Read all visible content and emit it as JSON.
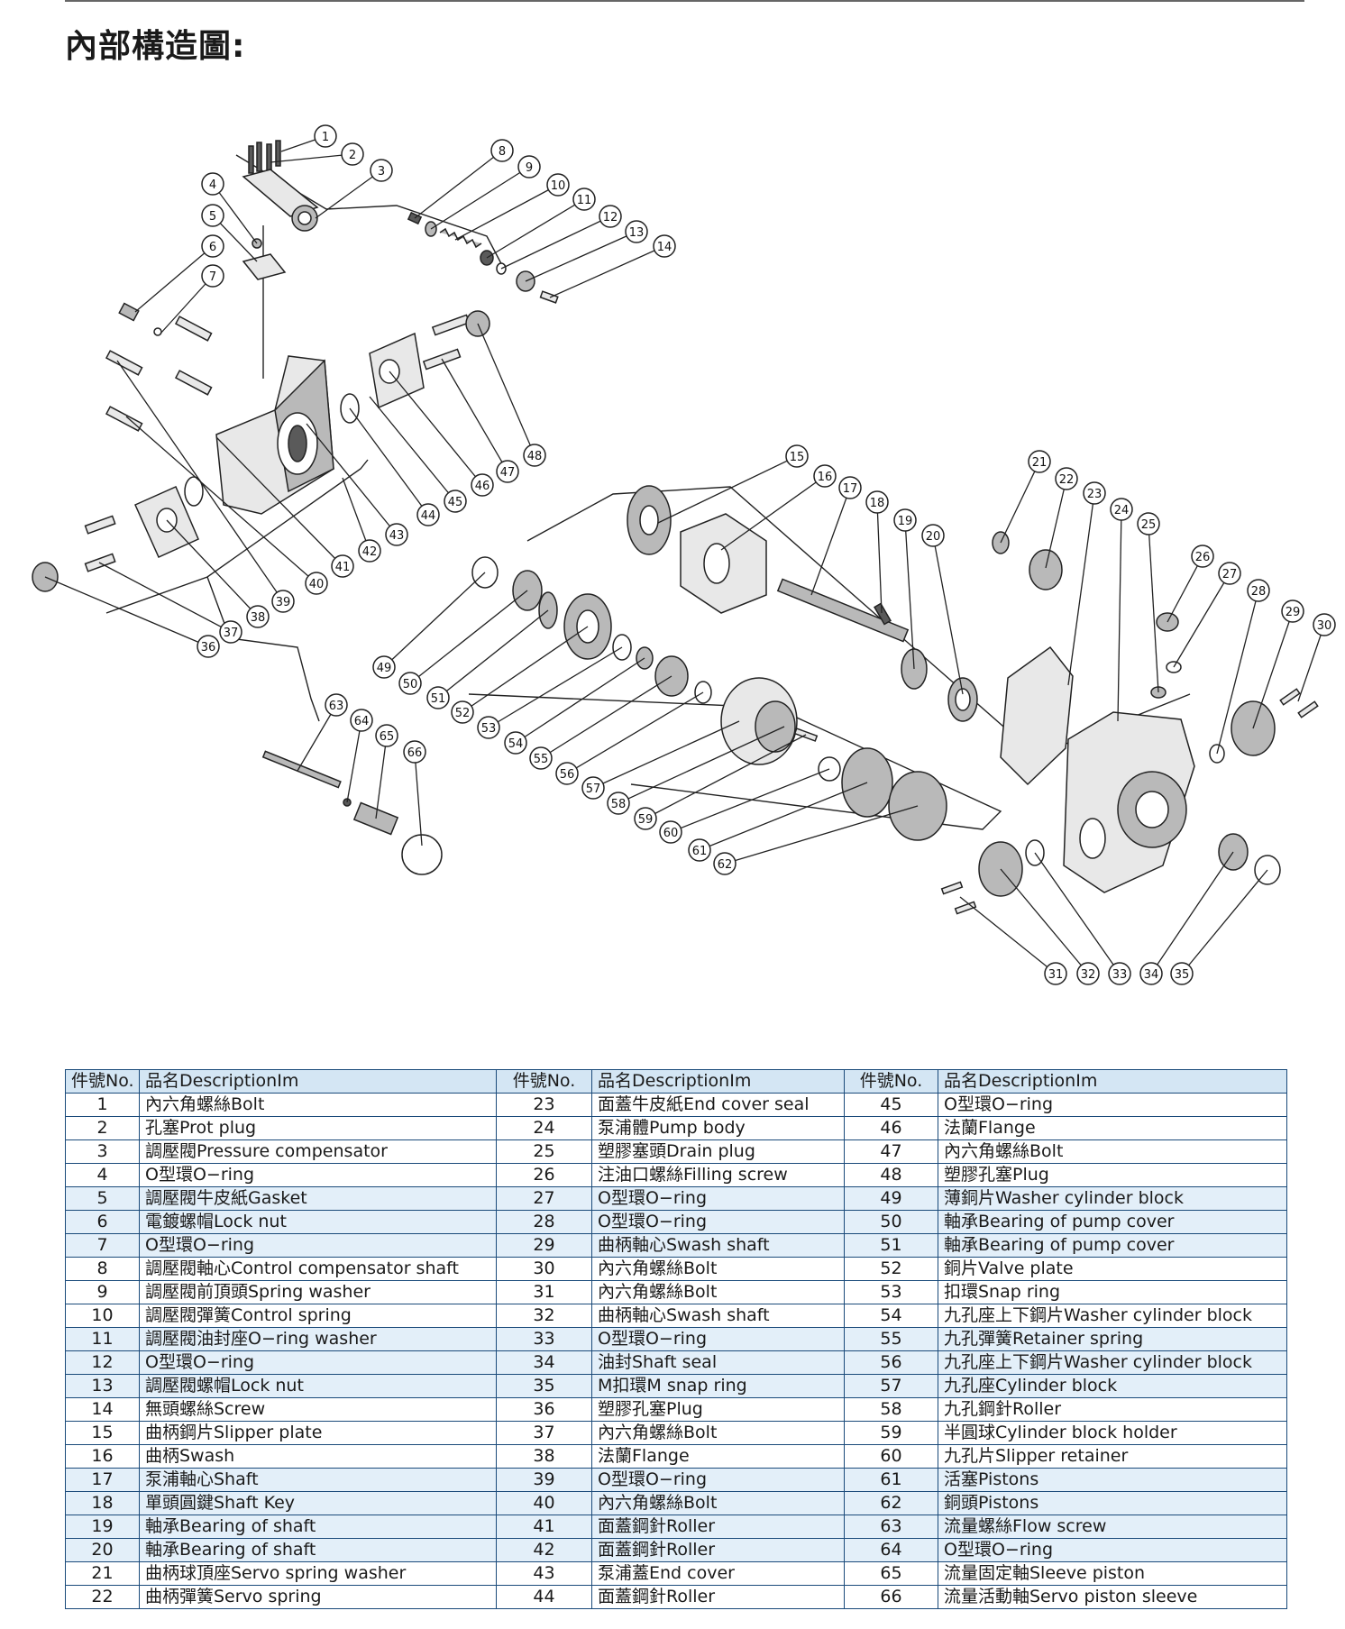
{
  "page": {
    "title": "內部構造圖:"
  },
  "table": {
    "headers": {
      "no": "件號No.",
      "desc": "品名DescriptionIm"
    },
    "parts": [
      {
        "no": "1",
        "desc": "內六角螺絲Bolt"
      },
      {
        "no": "2",
        "desc": "孔塞Prot plug"
      },
      {
        "no": "3",
        "desc": "調壓閥Pressure compensator"
      },
      {
        "no": "4",
        "desc": "O型環O−ring"
      },
      {
        "no": "5",
        "desc": "調壓閥牛皮紙Gasket"
      },
      {
        "no": "6",
        "desc": "電鍍螺帽Lock nut"
      },
      {
        "no": "7",
        "desc": "O型環O−ring"
      },
      {
        "no": "8",
        "desc": "調壓閥軸心Control compensator shaft"
      },
      {
        "no": "9",
        "desc": "調壓閥前頂頭Spring washer"
      },
      {
        "no": "10",
        "desc": "調壓閥彈簧Control spring"
      },
      {
        "no": "11",
        "desc": "調壓閥油封座O−ring washer"
      },
      {
        "no": "12",
        "desc": "O型環O−ring"
      },
      {
        "no": "13",
        "desc": "調壓閥螺帽Lock nut"
      },
      {
        "no": "14",
        "desc": "無頭螺絲Screw"
      },
      {
        "no": "15",
        "desc": "曲柄鋼片Slipper plate"
      },
      {
        "no": "16",
        "desc": "曲柄Swash"
      },
      {
        "no": "17",
        "desc": "泵浦軸心Shaft"
      },
      {
        "no": "18",
        "desc": "單頭圓鍵Shaft Key"
      },
      {
        "no": "19",
        "desc": "軸承Bearing of shaft"
      },
      {
        "no": "20",
        "desc": "軸承Bearing of shaft"
      },
      {
        "no": "21",
        "desc": "曲柄球頂座Servo spring washer"
      },
      {
        "no": "22",
        "desc": "曲柄彈簧Servo spring"
      },
      {
        "no": "23",
        "desc": "面蓋牛皮紙End cover seal"
      },
      {
        "no": "24",
        "desc": "泵浦體Pump body"
      },
      {
        "no": "25",
        "desc": "塑膠塞頭Drain plug"
      },
      {
        "no": "26",
        "desc": "注油口螺絲Filling screw"
      },
      {
        "no": "27",
        "desc": "O型環O−ring"
      },
      {
        "no": "28",
        "desc": "O型環O−ring"
      },
      {
        "no": "29",
        "desc": "曲柄軸心Swash shaft"
      },
      {
        "no": "30",
        "desc": "內六角螺絲Bolt"
      },
      {
        "no": "31",
        "desc": "內六角螺絲Bolt"
      },
      {
        "no": "32",
        "desc": "曲柄軸心Swash shaft"
      },
      {
        "no": "33",
        "desc": "O型環O−ring"
      },
      {
        "no": "34",
        "desc": "油封Shaft seal"
      },
      {
        "no": "35",
        "desc": "M扣環M snap ring"
      },
      {
        "no": "36",
        "desc": "塑膠孔塞Plug"
      },
      {
        "no": "37",
        "desc": "內六角螺絲Bolt"
      },
      {
        "no": "38",
        "desc": "法蘭Flange"
      },
      {
        "no": "39",
        "desc": "O型環O−ring"
      },
      {
        "no": "40",
        "desc": "內六角螺絲Bolt"
      },
      {
        "no": "41",
        "desc": "面蓋鋼針Roller"
      },
      {
        "no": "42",
        "desc": "面蓋鋼針Roller"
      },
      {
        "no": "43",
        "desc": "泵浦蓋End cover"
      },
      {
        "no": "44",
        "desc": "面蓋鋼針Roller"
      },
      {
        "no": "45",
        "desc": "O型環O−ring"
      },
      {
        "no": "46",
        "desc": "法蘭Flange"
      },
      {
        "no": "47",
        "desc": "內六角螺絲Bolt"
      },
      {
        "no": "48",
        "desc": "塑膠孔塞Plug"
      },
      {
        "no": "49",
        "desc": "薄銅片Washer cylinder block"
      },
      {
        "no": "50",
        "desc": "軸承Bearing of pump cover"
      },
      {
        "no": "51",
        "desc": "軸承Bearing of pump cover"
      },
      {
        "no": "52",
        "desc": "銅片Valve plate"
      },
      {
        "no": "53",
        "desc": "扣環Snap ring"
      },
      {
        "no": "54",
        "desc": "九孔座上下鋼片Washer cylinder block"
      },
      {
        "no": "55",
        "desc": "九孔彈簧Retainer spring"
      },
      {
        "no": "56",
        "desc": "九孔座上下鋼片Washer cylinder block"
      },
      {
        "no": "57",
        "desc": "九孔座Cylinder block"
      },
      {
        "no": "58",
        "desc": "九孔鋼針Roller"
      },
      {
        "no": "59",
        "desc": "半圓球Cylinder block holder"
      },
      {
        "no": "60",
        "desc": "九孔片Slipper retainer"
      },
      {
        "no": "61",
        "desc": "活塞Pistons"
      },
      {
        "no": "62",
        "desc": "銅頭Pistons"
      },
      {
        "no": "63",
        "desc": "流量螺絲Flow screw"
      },
      {
        "no": "64",
        "desc": "O型環O−ring"
      },
      {
        "no": "65",
        "desc": "流量固定軸Sleeve piston"
      },
      {
        "no": "66",
        "desc": "流量活動軸Servo piston sleeve"
      }
    ]
  }
}
